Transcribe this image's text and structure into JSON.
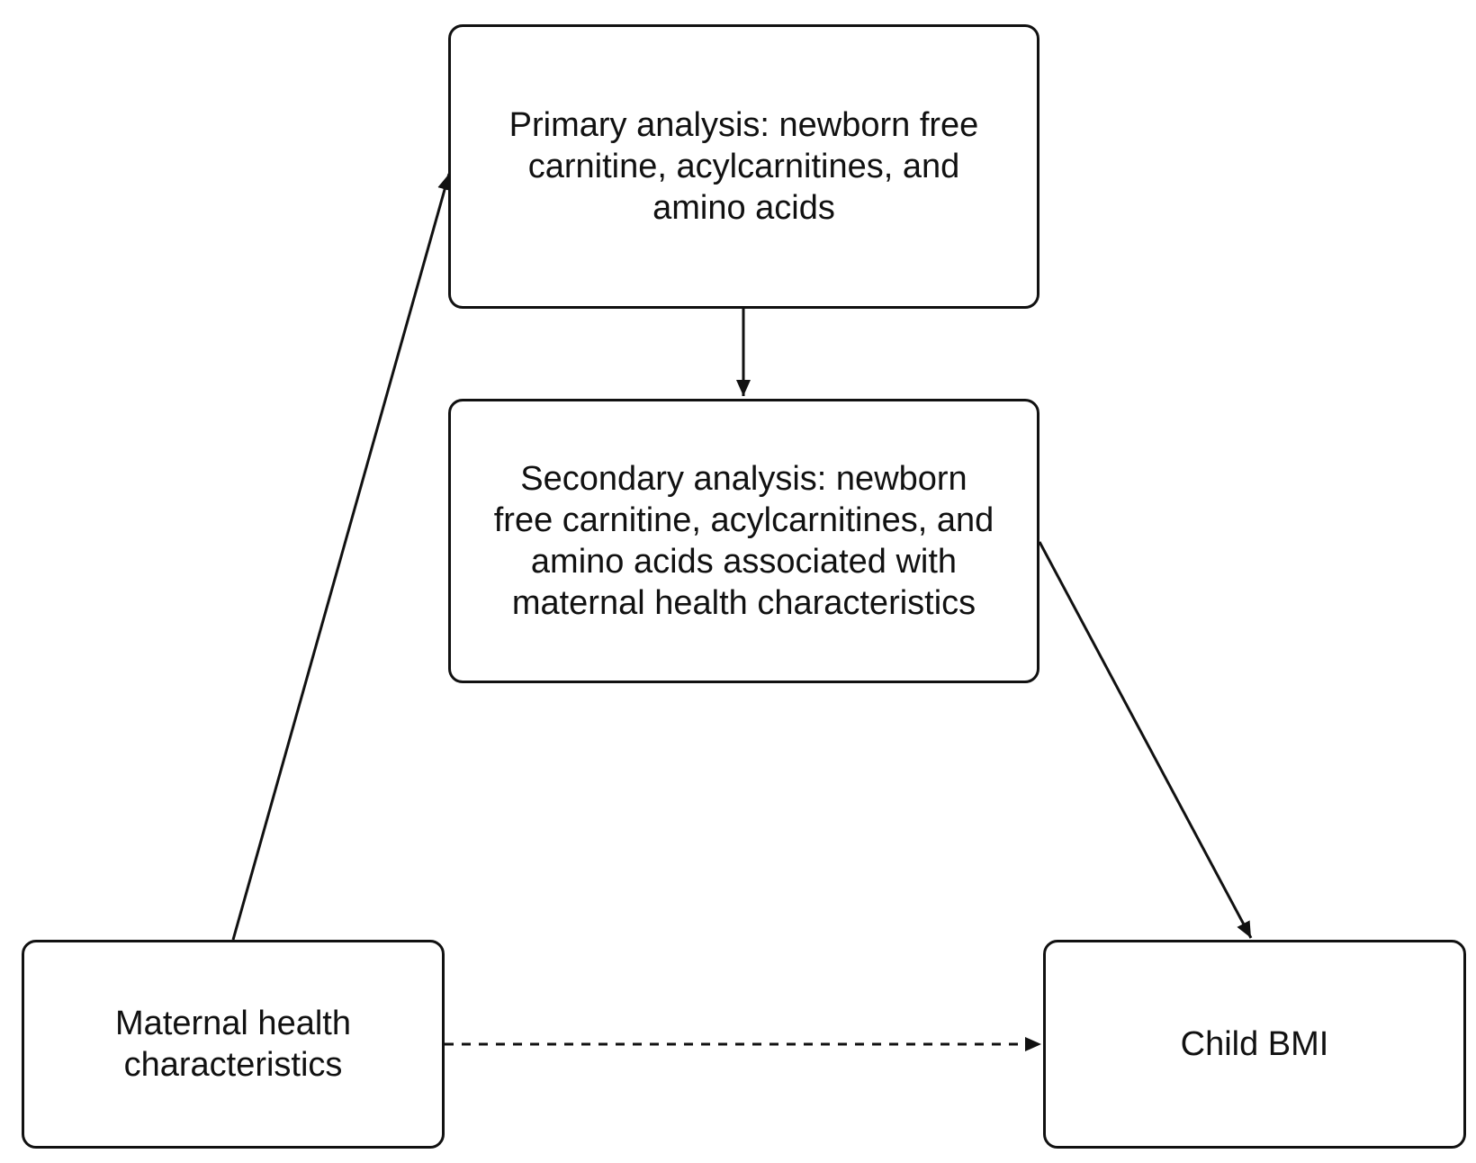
{
  "diagram": {
    "nodes": {
      "primary": {
        "label": "Primary analysis: newborn free carnitine, acylcarnitines, and amino acids"
      },
      "secondary": {
        "label": "Secondary analysis: newborn free carnitine, acylcarnitines, and amino acids associated with maternal health characteristics"
      },
      "maternal": {
        "label": "Maternal health characteristics"
      },
      "child": {
        "label": "Child BMI"
      }
    },
    "edges": [
      {
        "from": "maternal",
        "to": "primary",
        "style": "solid"
      },
      {
        "from": "primary",
        "to": "secondary",
        "style": "solid"
      },
      {
        "from": "secondary",
        "to": "child",
        "style": "solid"
      },
      {
        "from": "maternal",
        "to": "child",
        "style": "dashed"
      }
    ],
    "colors": {
      "stroke": "#111111",
      "background": "#ffffff"
    }
  }
}
